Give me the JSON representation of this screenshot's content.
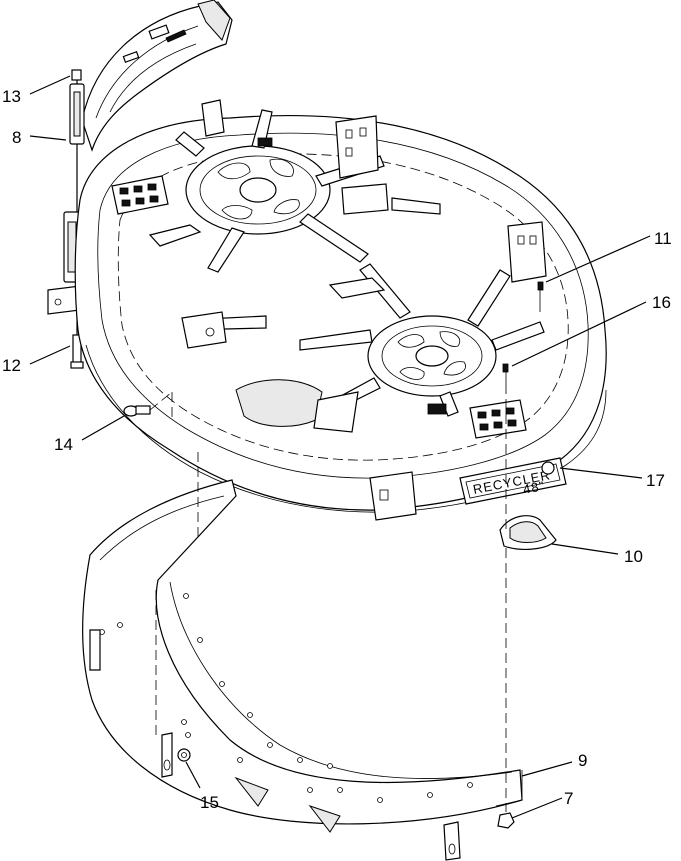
{
  "diagram": {
    "callouts": [
      {
        "id": "c13",
        "label": "13"
      },
      {
        "id": "c8",
        "label": "8"
      },
      {
        "id": "c12",
        "label": "12"
      },
      {
        "id": "c14",
        "label": "14"
      },
      {
        "id": "c11",
        "label": "11"
      },
      {
        "id": "c16",
        "label": "16"
      },
      {
        "id": "c17",
        "label": "17"
      },
      {
        "id": "c10",
        "label": "10"
      },
      {
        "id": "c9",
        "label": "9"
      },
      {
        "id": "c7",
        "label": "7"
      },
      {
        "id": "c15",
        "label": "15"
      }
    ],
    "decal": {
      "brand": "RECYCLER",
      "size": "48\""
    }
  }
}
